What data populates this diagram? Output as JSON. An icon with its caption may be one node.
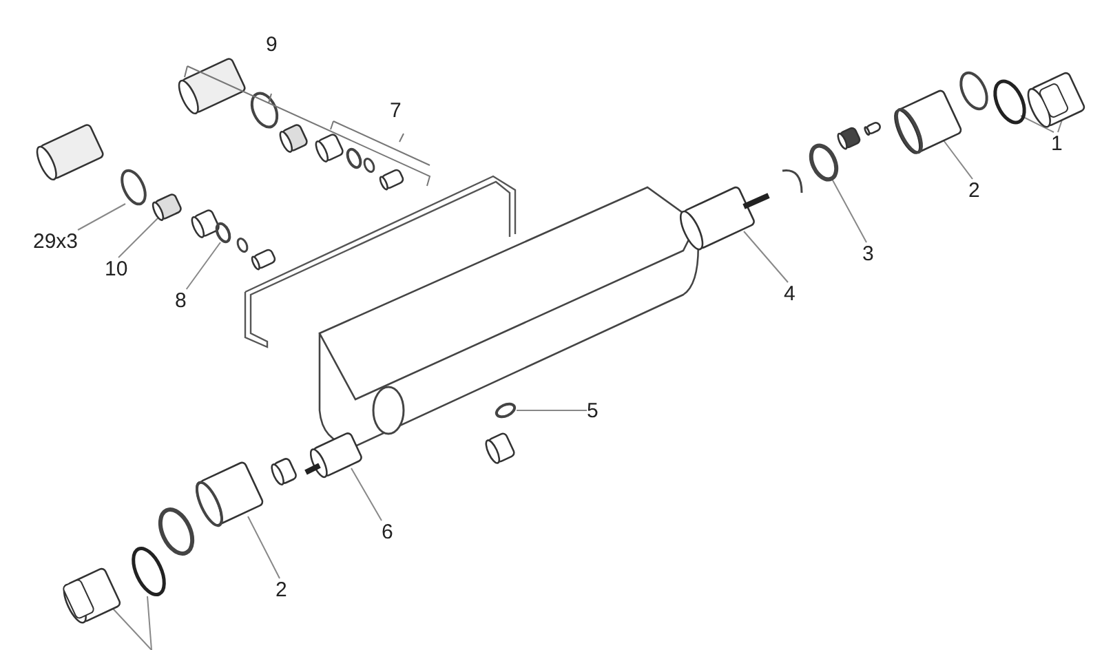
{
  "diagram": {
    "nodes": [
      {
        "text": [
          "1"
        ]
      },
      {
        "text": [
          "2"
        ]
      },
      {
        "text": [
          "3"
        ]
      },
      {
        "text": [
          "4"
        ]
      },
      {
        "text": [
          "29x3"
        ]
      },
      {
        "text": [
          "10"
        ]
      },
      {
        "text": [
          "8"
        ]
      },
      {
        "text": [
          "5"
        ]
      },
      {
        "text": [
          "6"
        ]
      },
      {
        "text": [
          "2"
        ]
      },
      {
        "text": [],
        "shape": "picture"
      },
      {
        "text": [],
        "shape": "circle"
      },
      {
        "text": [],
        "shape": "picture"
      },
      {
        "text": [],
        "shape": "circle"
      },
      {
        "text": [],
        "shape": "picture"
      },
      {
        "text": [],
        "shape": "circle"
      },
      {
        "text": [],
        "shape": "picture"
      },
      {
        "text": [],
        "shape": "circle"
      },
      {
        "text": [],
        "shape": "circle"
      },
      {
        "text": [],
        "shape": "picture"
      },
      {
        "text": [],
        "shape": "picture"
      },
      {
        "text": [],
        "shape": "picture"
      },
      {
        "text": [],
        "shape": "circle"
      }
    ],
    "edges": [
      {
        "from": 0,
        "to": 10,
        "arrow": "none"
      },
      {
        "from": 0,
        "to": 11,
        "arrow": "none"
      },
      {
        "from": 1,
        "to": 12,
        "arrow": "none"
      },
      {
        "from": 2,
        "to": 13,
        "arrow": "none"
      },
      {
        "from": 3,
        "to": 14,
        "arrow": "none"
      },
      {
        "from": 4,
        "to": 15,
        "arrow": "none"
      },
      {
        "from": 5,
        "to": 16,
        "arrow": "none"
      },
      {
        "from": 6,
        "to": 17,
        "arrow": "none"
      },
      {
        "from": 7,
        "to": 18,
        "arrow": "none"
      },
      {
        "from": 8,
        "to": 19,
        "arrow": "none"
      },
      {
        "from": 9,
        "to": 20,
        "arrow": "none"
      },
      {
        "from": null,
        "to": 21,
        "arrow": "none"
      },
      {
        "from": null,
        "to": 22,
        "arrow": "none"
      }
    ],
    "labels": [
      "9",
      "7"
    ]
  }
}
